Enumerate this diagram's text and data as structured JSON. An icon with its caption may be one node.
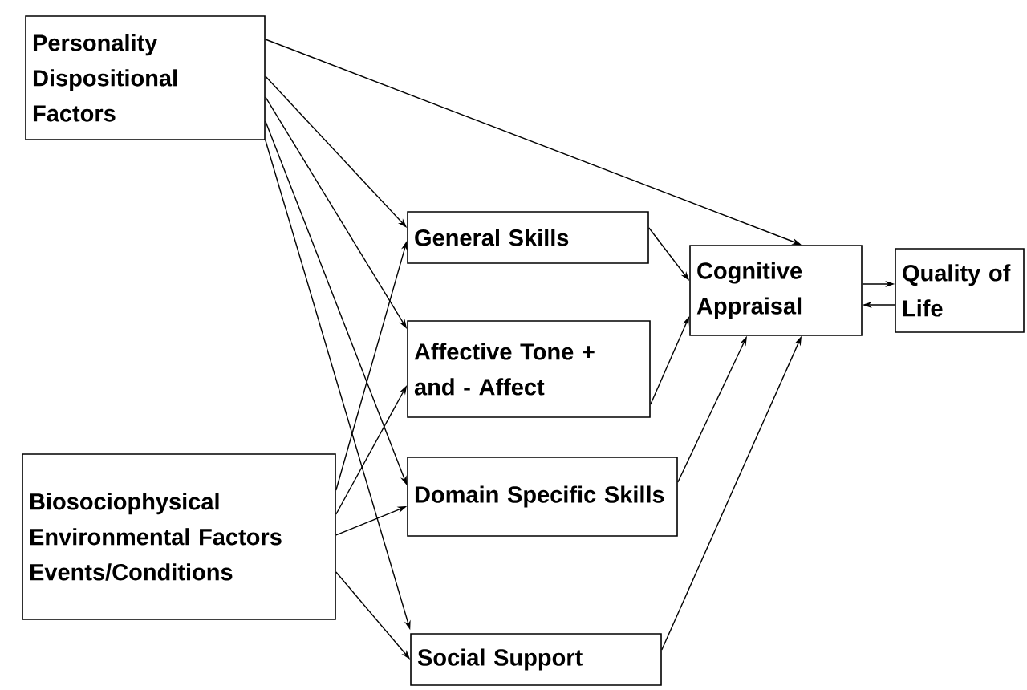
{
  "diagram": {
    "nodes": [
      {
        "text": [
          "Personality Dispositional Factors"
        ]
      },
      {
        "text": [
          "Biosociophysical Environmental Factors Events/Conditions"
        ]
      },
      {
        "text": [
          "General Skills"
        ]
      },
      {
        "text": [
          "Affective Tone + and - Affect"
        ]
      },
      {
        "text": [
          "Domain Specific Skills"
        ]
      },
      {
        "text": [
          "Social Support"
        ]
      },
      {
        "text": [
          "Cognitive Appraisal"
        ]
      },
      {
        "text": [
          "Quality of Life"
        ]
      }
    ],
    "edges": [
      {
        "from": 0,
        "to": 6,
        "arrow": "to"
      },
      {
        "from": 0,
        "to": 2,
        "arrow": "to"
      },
      {
        "from": 0,
        "to": 3,
        "arrow": "to"
      },
      {
        "from": 0,
        "to": 4,
        "arrow": "to"
      },
      {
        "from": 0,
        "to": 5,
        "arrow": "to"
      },
      {
        "from": 1,
        "to": 2,
        "arrow": "to"
      },
      {
        "from": 1,
        "to": 3,
        "arrow": "to"
      },
      {
        "from": 1,
        "to": 4,
        "arrow": "to"
      },
      {
        "from": 1,
        "to": 5,
        "arrow": "to"
      },
      {
        "from": 2,
        "to": 6,
        "arrow": "to"
      },
      {
        "from": 3,
        "to": 6,
        "arrow": "to"
      },
      {
        "from": 4,
        "to": 6,
        "arrow": "to"
      },
      {
        "from": 5,
        "to": 6,
        "arrow": "to"
      },
      {
        "from": 6,
        "to": 7,
        "arrow": "to"
      },
      {
        "from": 7,
        "to": 6,
        "arrow": "to"
      }
    ]
  }
}
